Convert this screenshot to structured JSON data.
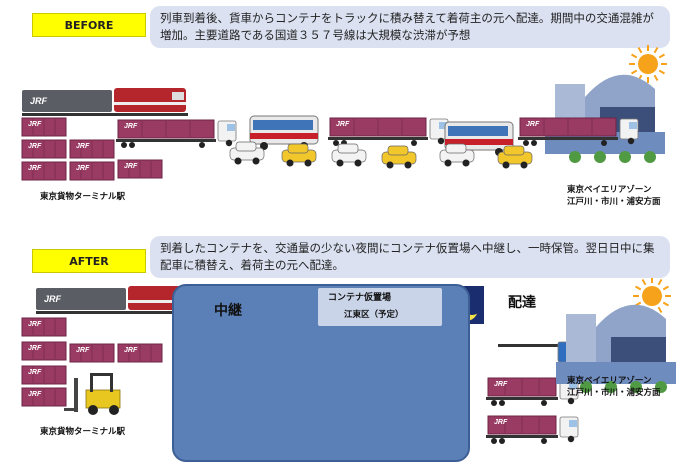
{
  "before": {
    "tag": "BEFORE",
    "description": "列車到着後、貨車からコンテナをトラックに積み替えて着荷主の元へ配達。期間中の交通混雑が増加。主要道路である国道３５７号線は大規模な渋滞が予想",
    "origin": "東京貨物ターミナル駅",
    "dest_line1": "東京ベイエリアゾーン",
    "dest_line2": "江戸川・市川・浦安方面"
  },
  "after": {
    "tag": "AFTER",
    "description": "到着したコンテナを、交通量の少ない夜間にコンテナ仮置場へ中継し、一時保管。翌日日中に集配車に積替え、着荷主の元へ配達。",
    "origin": "東京貨物ターミナル駅",
    "relay_label": "中継",
    "yard_label": "コンテナ仮置場",
    "yard_sub": "江東区（予定）",
    "delivery_label": "配達",
    "dest_line1": "東京ベイエリアゾーン",
    "dest_line2": "江戸川・市川・浦安方面"
  },
  "container_logo": "JRF",
  "colors": {
    "container": "#9a3b63",
    "container_dark": "#6e2545",
    "highlight": "#ffff00",
    "callout": "#dbe1f1",
    "yard": "#5b7fb7",
    "building": "#8fa4c8",
    "sun": "#f6a21a"
  }
}
